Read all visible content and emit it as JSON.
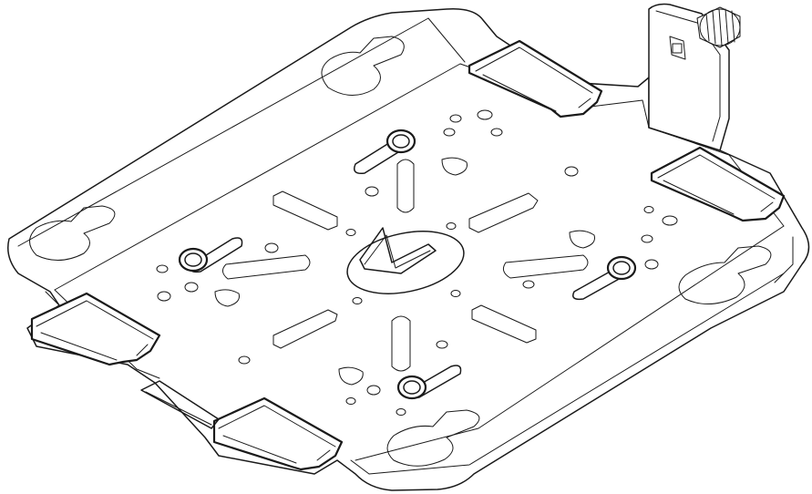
{
  "drawing": {
    "line_color": "#1a1a1a",
    "background": "#ffffff",
    "parts": [
      "mounting-plate",
      "keyhole-slot",
      "spring-clip",
      "thumb-screw",
      "rivet",
      "central-hole",
      "bent-bracket"
    ]
  }
}
